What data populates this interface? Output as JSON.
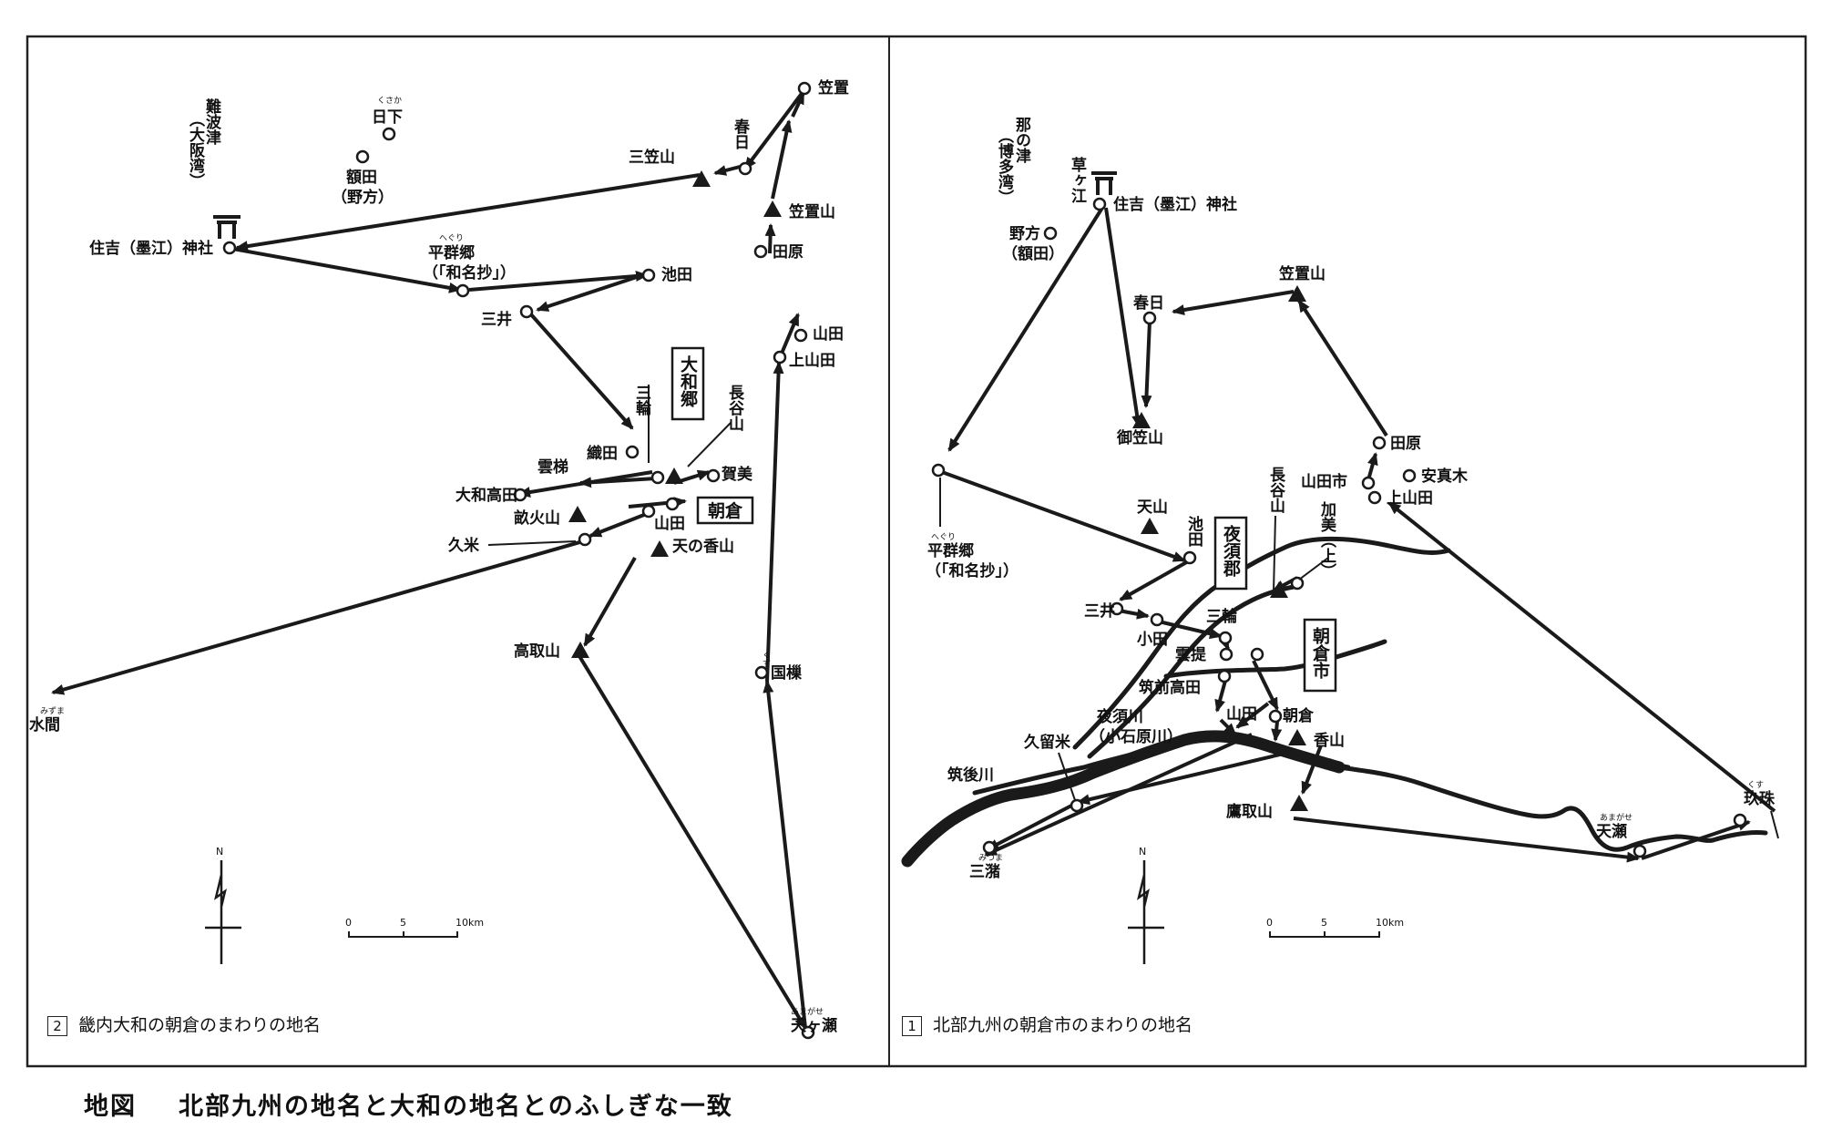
{
  "title": {
    "prefix": "地図",
    "text": "北部九州の地名と大和の地名とのふしぎな一致"
  },
  "panel_left": {
    "num": "2",
    "caption": "畿内大和の朝倉のまわりの地名",
    "boxes": {
      "yamato_go": "大和郷",
      "asakura": "朝倉"
    },
    "places": {
      "naniwa": "難波津",
      "naniwa_sub": "（大阪湾）",
      "kusaka": "日下",
      "kusaka_ruby": "くさか",
      "nukata": "額田",
      "nukata_sub": "（野方）",
      "sumiyoshi": "住吉（墨江）神社",
      "heguri": "平群郷",
      "heguri_ruby": "へぐり",
      "heguri_sub": "（「和名抄」）",
      "ikeda": "池田",
      "mii": "三井",
      "mikasayama": "三笠山",
      "kasuga": "春日",
      "kasagi": "笠置",
      "kasagiyama": "笠置山",
      "tawara": "田原",
      "yamada_n": "山田",
      "kamiyamada": "上山田",
      "miwa": "三輪",
      "hasedera": "長谷山",
      "orita": "織田",
      "unade": "雲梯",
      "kami": "賀美",
      "yamato_takada": "大和高田",
      "uneby": "畝火山",
      "yamada": "山田",
      "kume": "久米",
      "amanokagu": "天の香山",
      "takatori": "高取山",
      "kunisu": "国樔",
      "kunisu_ruby": "くず",
      "mizuma": "水間",
      "mizuma_ruby": "みずま",
      "amagase": "天ヶ瀬",
      "amagase_ruby": "あまがせ"
    },
    "scale": {
      "t0": "0",
      "t1": "5",
      "t2": "10km"
    },
    "north": "N"
  },
  "panel_right": {
    "num": "1",
    "caption": "北部九州の朝倉市のまわりの地名",
    "boxes": {
      "yasu": "夜須郡",
      "asakura_city": "朝倉市"
    },
    "places": {
      "nanotsu": "那の津",
      "nanotsu_sub": "（博多湾）",
      "kusagae": "草ヶ江",
      "sumiyoshi": "住吉（墨江）神社",
      "nokata": "野方",
      "nokata_sub": "（額田）",
      "kasuga": "春日",
      "mikasayama": "御笠山",
      "kasagiyama": "笠置山",
      "tawara": "田原",
      "yamadaichi": "山田市",
      "amagi": "安真木",
      "kamiyamada": "上山田",
      "heguri": "平群郷",
      "heguri_ruby": "へぐり",
      "heguri_sub": "（「和名抄」）",
      "tenzan": "天山",
      "ikeda": "池田",
      "hasedera": "長谷山",
      "kami": "加美（上）",
      "mii": "三井",
      "oda": "小田",
      "miwa": "三輪",
      "unade": "雲提",
      "chikuzen_takada": "筑前高田",
      "yasugawa": "夜須川",
      "yasugawa_sub": "（小石原川）",
      "yamada": "山田",
      "asakura": "朝倉",
      "kagusan": "香山",
      "kurume": "久留米",
      "chikugogawa": "筑後川",
      "takatori": "鷹取山",
      "mizuma": "三潴",
      "mizuma_ruby": "みづま",
      "amase": "天瀬",
      "amase_ruby": "あまがせ",
      "kusu": "玖珠",
      "kusu_ruby": "くす"
    },
    "scale": {
      "t0": "0",
      "t1": "5",
      "t2": "10km"
    },
    "north": "N"
  }
}
